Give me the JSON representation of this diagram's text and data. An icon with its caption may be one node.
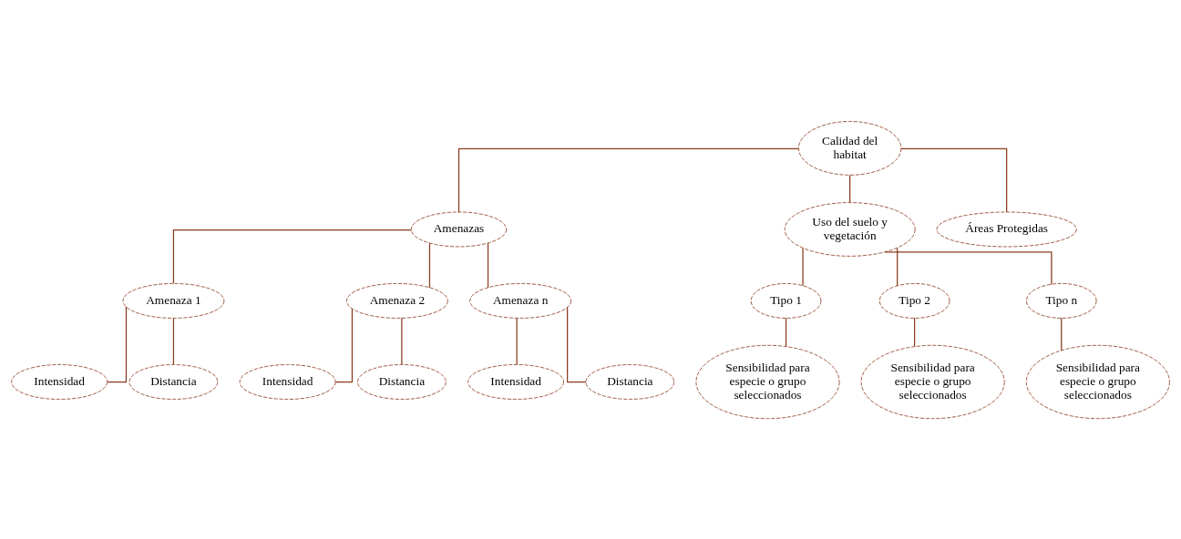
{
  "diagram": {
    "nodes": [
      {
        "text": [
          "Calidad del habitat"
        ]
      },
      {
        "text": [
          "Amenazas"
        ]
      },
      {
        "text": [
          "Uso del suelo y vegetación"
        ]
      },
      {
        "text": [
          "Áreas Protegidas"
        ]
      },
      {
        "text": [
          "Amenaza 1"
        ]
      },
      {
        "text": [
          "Amenaza 2"
        ]
      },
      {
        "text": [
          "Amenaza n"
        ]
      },
      {
        "text": [
          "Intensidad"
        ]
      },
      {
        "text": [
          "Distancia"
        ]
      },
      {
        "text": [
          "Intensidad"
        ]
      },
      {
        "text": [
          "Distancia"
        ]
      },
      {
        "text": [
          "Intensidad"
        ]
      },
      {
        "text": [
          "Distancia"
        ]
      },
      {
        "text": [
          "Tipo 1"
        ]
      },
      {
        "text": [
          "Tipo 2"
        ]
      },
      {
        "text": [
          "Tipo n"
        ]
      },
      {
        "text": [
          "Sensibilidad para especie o grupo seleccionados"
        ]
      },
      {
        "text": [
          "Sensibilidad para especie o grupo seleccionados"
        ]
      },
      {
        "text": [
          "Sensibilidad para especie o grupo seleccionados"
        ]
      }
    ],
    "edges": [
      {
        "from": 0,
        "to": 1,
        "arrow": "none"
      },
      {
        "from": 0,
        "to": 2,
        "arrow": "none"
      },
      {
        "from": 0,
        "to": 3,
        "arrow": "none"
      },
      {
        "from": 1,
        "to": 4,
        "arrow": "none"
      },
      {
        "from": 1,
        "to": 5,
        "arrow": "none"
      },
      {
        "from": 1,
        "to": 6,
        "arrow": "none"
      },
      {
        "from": 4,
        "to": 7,
        "arrow": "none"
      },
      {
        "from": 4,
        "to": 8,
        "arrow": "none"
      },
      {
        "from": 5,
        "to": 9,
        "arrow": "none"
      },
      {
        "from": 5,
        "to": 10,
        "arrow": "none"
      },
      {
        "from": 6,
        "to": 11,
        "arrow": "none"
      },
      {
        "from": 6,
        "to": 12,
        "arrow": "none"
      },
      {
        "from": 2,
        "to": 13,
        "arrow": "none"
      },
      {
        "from": 2,
        "to": 14,
        "arrow": "none"
      },
      {
        "from": 2,
        "to": 15,
        "arrow": "none"
      },
      {
        "from": 13,
        "to": 16,
        "arrow": "none"
      },
      {
        "from": 14,
        "to": 17,
        "arrow": "none"
      },
      {
        "from": 15,
        "to": 18,
        "arrow": "none"
      }
    ]
  }
}
